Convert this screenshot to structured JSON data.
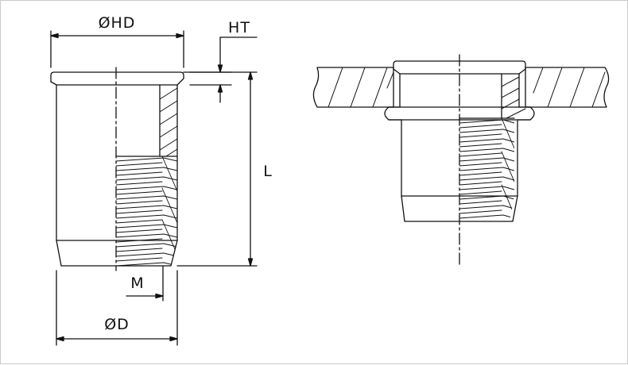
{
  "labels": {
    "head_diameter": "ØHD",
    "head_thickness": "HT",
    "length": "L",
    "thread": "M",
    "body_diameter": "ØD"
  },
  "colors": {
    "line": "#111111",
    "frame": "#c9c9c9",
    "background": "#ffffff"
  }
}
